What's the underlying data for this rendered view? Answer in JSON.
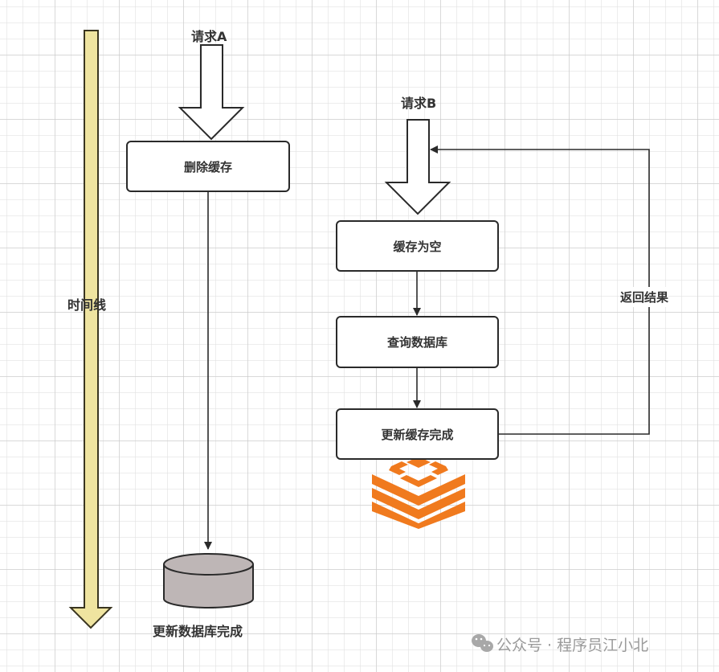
{
  "timeline": {
    "label": "时间线",
    "fill_color": "#efe4a0",
    "stroke_color": "#3a3520"
  },
  "request_a": {
    "label": "请求A",
    "steps": [
      {
        "label": "删除缓存"
      }
    ],
    "database": {
      "label": "更新数据库完成",
      "fill_color": "#beb6b6"
    }
  },
  "request_b": {
    "label": "请求B",
    "steps": [
      {
        "label": "缓存为空"
      },
      {
        "label": "查询数据库"
      },
      {
        "label": "更新缓存完成"
      }
    ],
    "return_label": "返回结果"
  },
  "cache_icon": {
    "name": "redis-icon",
    "color": "#f07a1e"
  },
  "watermark": {
    "icon": "wechat-icon",
    "text": "公众号 · 程序员江小北"
  }
}
